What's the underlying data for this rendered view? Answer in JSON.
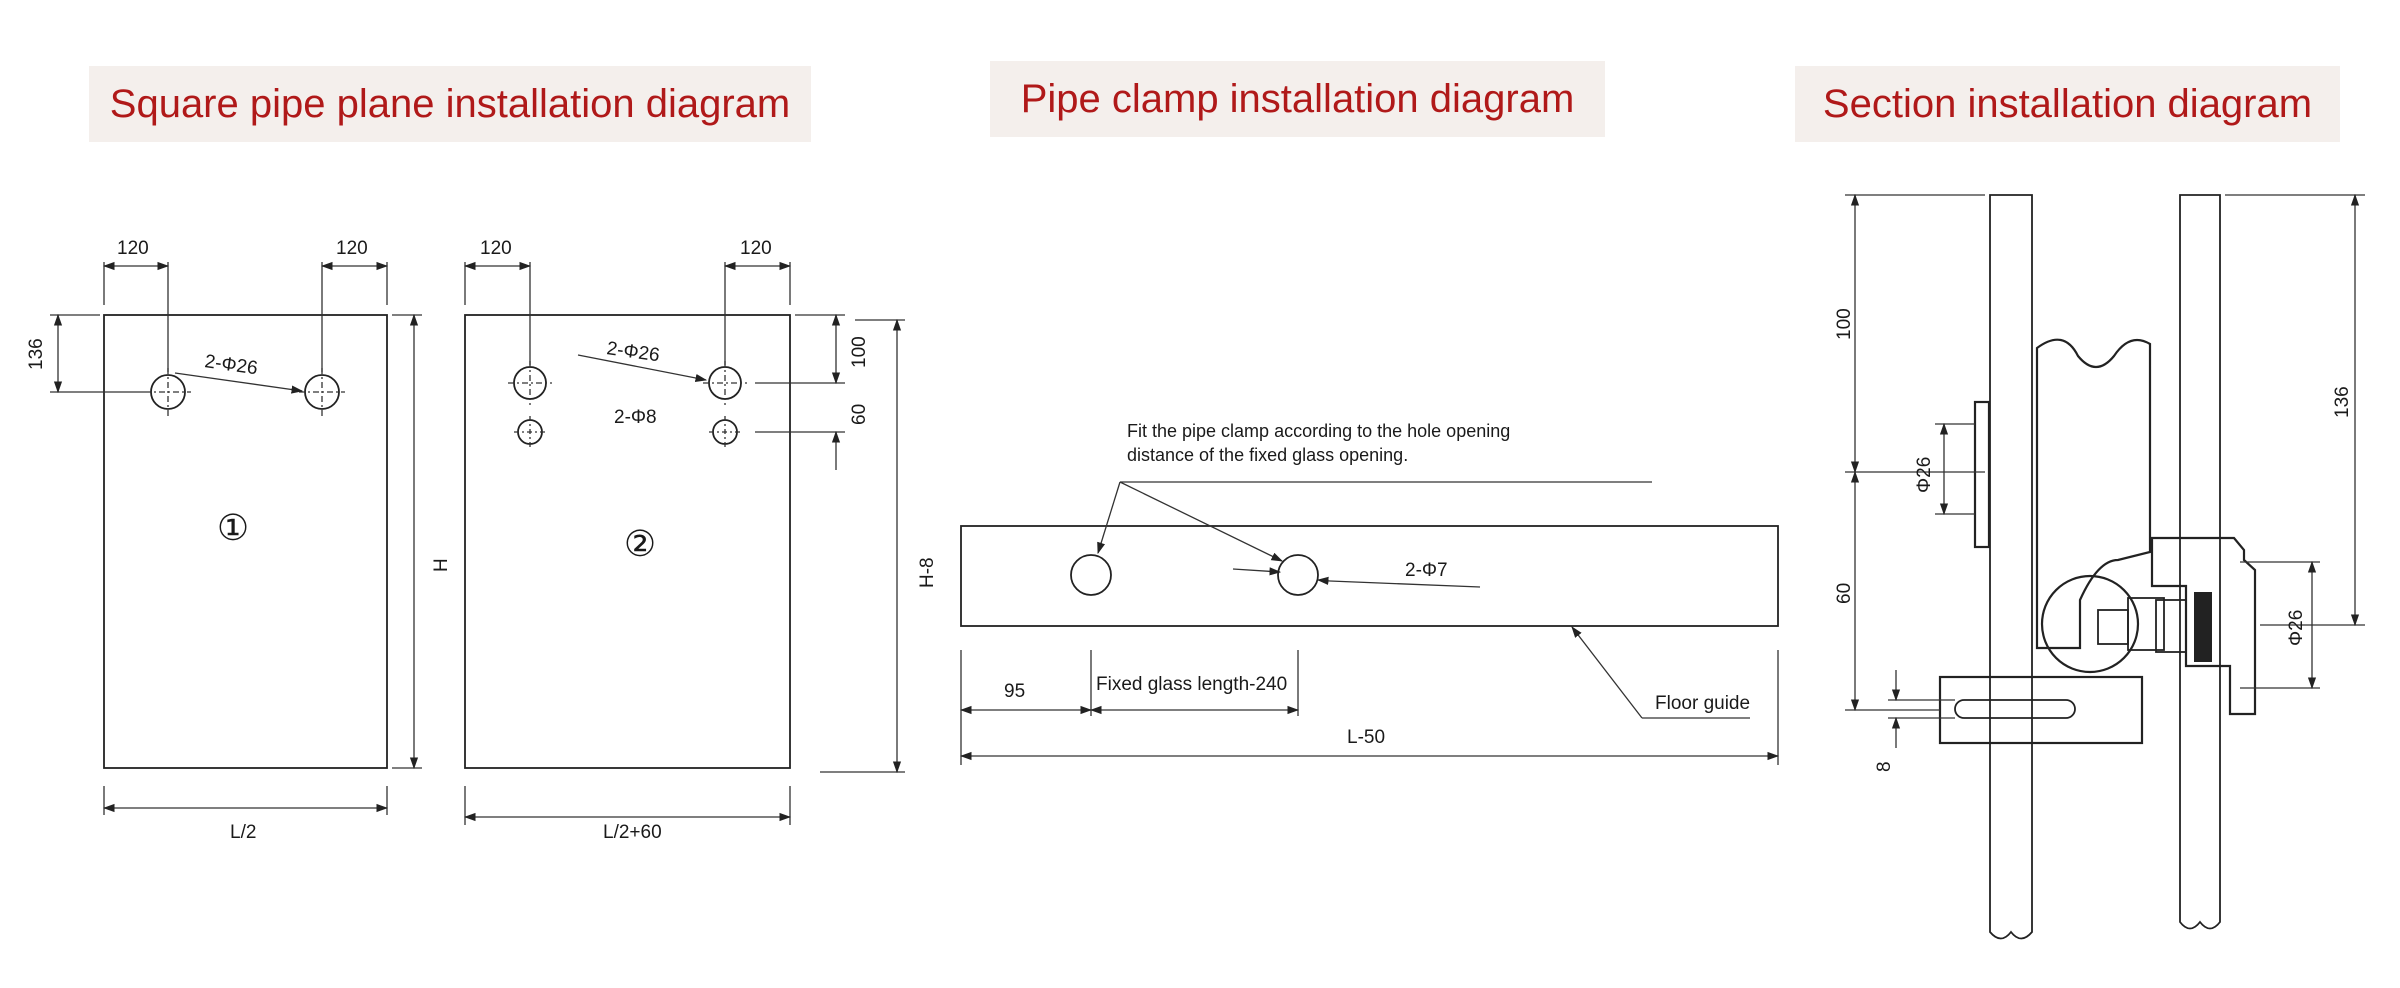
{
  "titles": {
    "square_pipe": "Square pipe plane installation diagram",
    "pipe_clamp": "Pipe clamp  installation diagram",
    "section": "Section installation diagram"
  },
  "colors": {
    "title_text": "#b01919",
    "title_bg": "#f4efec",
    "line": "#222222"
  },
  "square_pipe": {
    "panel1": {
      "dim_top_left": "120",
      "dim_top_right": "120",
      "dim_side": "136",
      "holes": "2-Φ26",
      "number": "①",
      "dim_width": "L/2",
      "dim_height": "H"
    },
    "panel2": {
      "dim_top_left": "120",
      "dim_top_right": "120",
      "holes_large": "2-Φ26",
      "holes_small": "2-Φ8",
      "dim_side_upper": "100",
      "dim_side_lower": "60",
      "number": "②",
      "dim_width": "L/2+60",
      "dim_height": "H-8"
    }
  },
  "pipe_clamp": {
    "note_line1": "Fit the pipe clamp according to the hole opening",
    "note_line2": "distance of the fixed glass opening.",
    "holes": "2-Φ7",
    "floor_guide": "Floor guide",
    "dim_offset": "95",
    "dim_glass": "Fixed glass length-240",
    "dim_total": "L-50"
  },
  "section": {
    "dim_left_upper": "100",
    "dim_left_dia": "Φ26",
    "dim_left_lower": "60",
    "dim_left_bottom": "8",
    "dim_right_upper": "136",
    "dim_right_dia": "Φ26"
  }
}
